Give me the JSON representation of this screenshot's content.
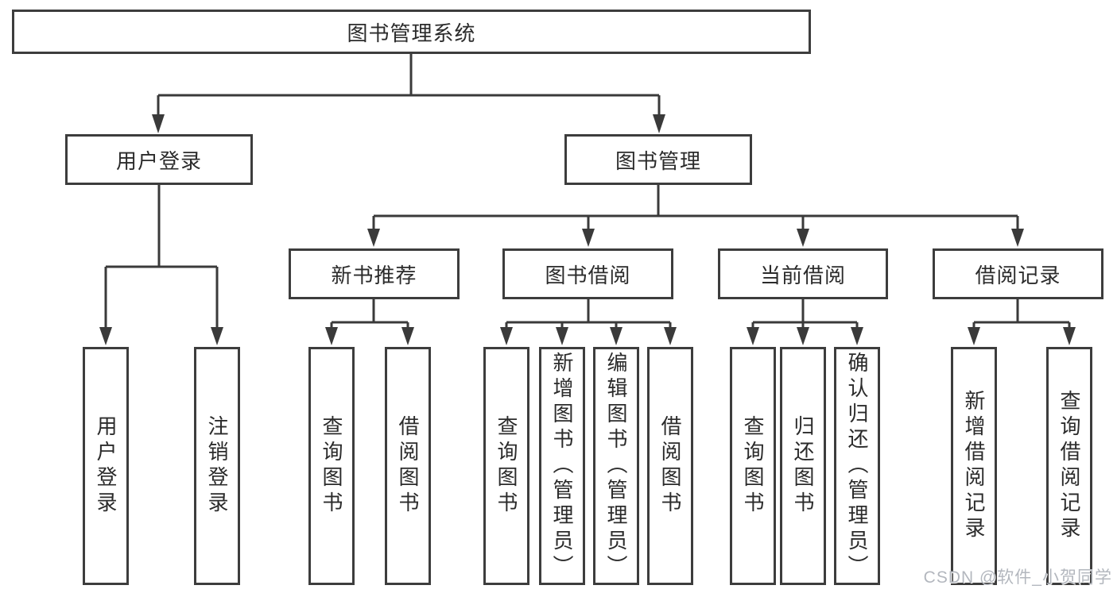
{
  "diagram": {
    "title": "图书管理系统",
    "branches": [
      {
        "label": "用户登录",
        "children": [
          {
            "label": "用户登录"
          },
          {
            "label": "注销登录"
          }
        ]
      },
      {
        "label": "图书管理",
        "children": [
          {
            "label": "新书推荐",
            "children": [
              {
                "label": "查询图书"
              },
              {
                "label": "借阅图书"
              }
            ]
          },
          {
            "label": "图书借阅",
            "children": [
              {
                "label": "查询图书"
              },
              {
                "label": "新增图书（管理员）"
              },
              {
                "label": "编辑图书（管理员）"
              },
              {
                "label": "借阅图书"
              }
            ]
          },
          {
            "label": "当前借阅",
            "children": [
              {
                "label": "查询图书"
              },
              {
                "label": "归还图书"
              },
              {
                "label": "确认归还（管理员）"
              }
            ]
          },
          {
            "label": "借阅记录",
            "children": [
              {
                "label": "新增借阅记录"
              },
              {
                "label": "查询借阅记录"
              }
            ]
          }
        ]
      }
    ]
  },
  "watermark": {
    "text": "CSDN @软件_小贺同学"
  },
  "colors": {
    "box_border": "#3d3d3d",
    "connector_line": "#3a3a3a",
    "label_text": "#2b2b2b",
    "watermark_text": "#b3b7be",
    "background": "#ffffff"
  }
}
